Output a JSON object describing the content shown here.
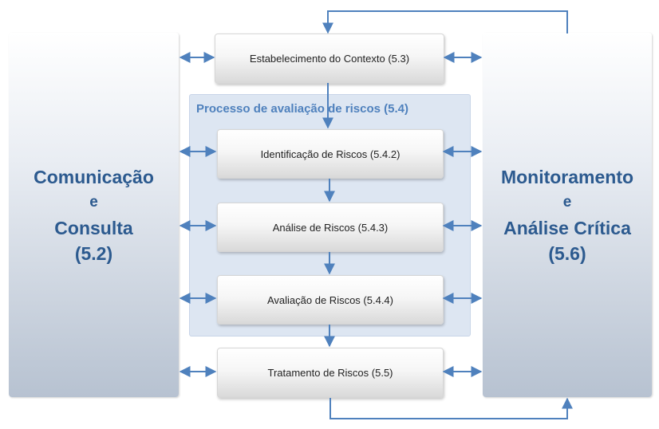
{
  "colors": {
    "connector": "#4f81bd",
    "side_text": "#2c5a8f",
    "group_title": "#4f81bd",
    "group_fill": "#dde6f2"
  },
  "left_panel": {
    "lines": [
      "Comunicação",
      "e",
      "Consulta",
      "(5.2)"
    ]
  },
  "right_panel": {
    "lines": [
      "Monitoramento",
      "e",
      "Análise Crítica",
      "(5.6)"
    ]
  },
  "assessment_group": {
    "title": "Processo de avaliação de riscos (5.4)"
  },
  "steps": {
    "context": "Estabelecimento do Contexto (5.3)",
    "identification": "Identificação de Riscos (5.4.2)",
    "analysis": "Análise de Riscos (5.4.3)",
    "evaluation": "Avaliação de Riscos (5.4.4)",
    "treatment": "Tratamento de Riscos (5.5)"
  }
}
